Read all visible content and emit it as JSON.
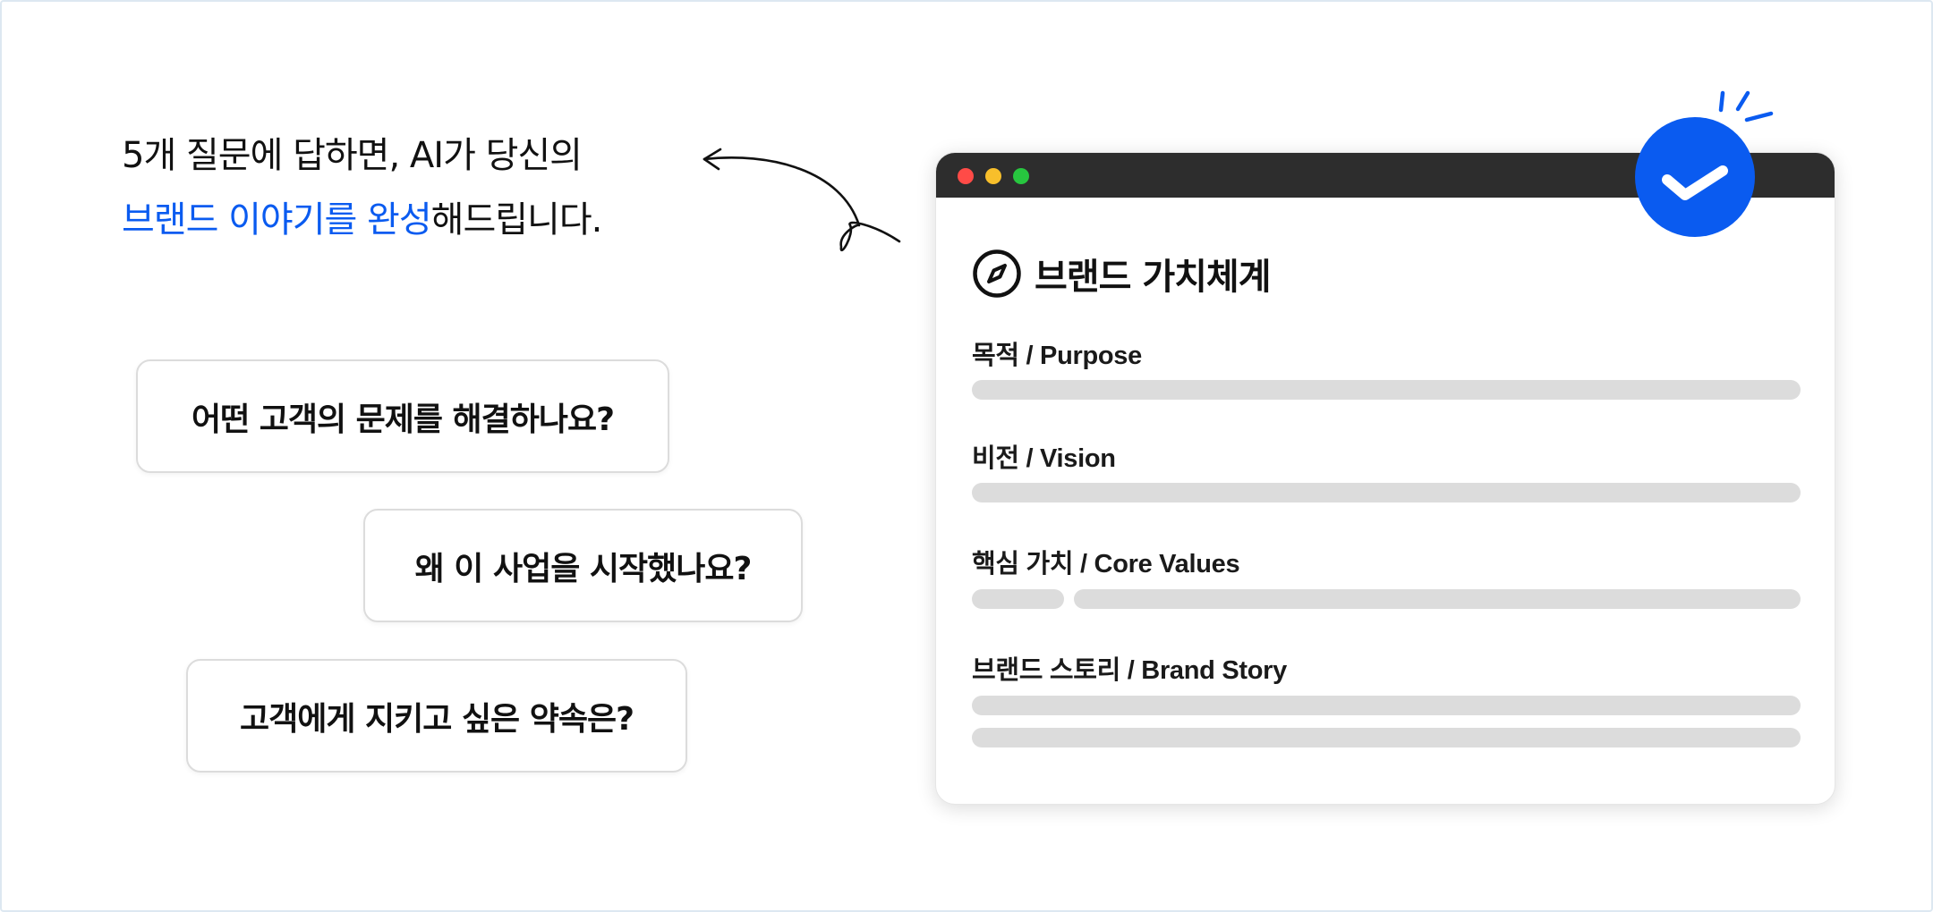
{
  "headline": {
    "line1": "5개 질문에 답하면, AI가 당신의",
    "line2_accent": "브랜드 이야기를 완성",
    "line2_rest": "해드립니다."
  },
  "questions": [
    "어떤 고객의 문제를 해결하나요?",
    "왜 이 사업을 시작했나요?",
    "고객에게 지키고 싶은 약속은?"
  ],
  "window": {
    "title": "브랜드 가치체계",
    "title_icon": "compass-icon",
    "sections": [
      {
        "label": "목적 / Purpose"
      },
      {
        "label": "비전 / Vision"
      },
      {
        "label": "핵심 가치 / Core Values"
      },
      {
        "label": "브랜드 스토리 / Brand Story"
      }
    ]
  },
  "colors": {
    "accent": "#0a5bf0",
    "titlebar": "#2d2d2d",
    "placeholder_bar": "#dcdcdc",
    "dot_red": "#ff4b47",
    "dot_yellow": "#f8bf2b",
    "dot_green": "#27c63f"
  },
  "icons": [
    "compass-icon",
    "check-badge-icon",
    "sparkle-icon",
    "curly-arrow-icon"
  ]
}
